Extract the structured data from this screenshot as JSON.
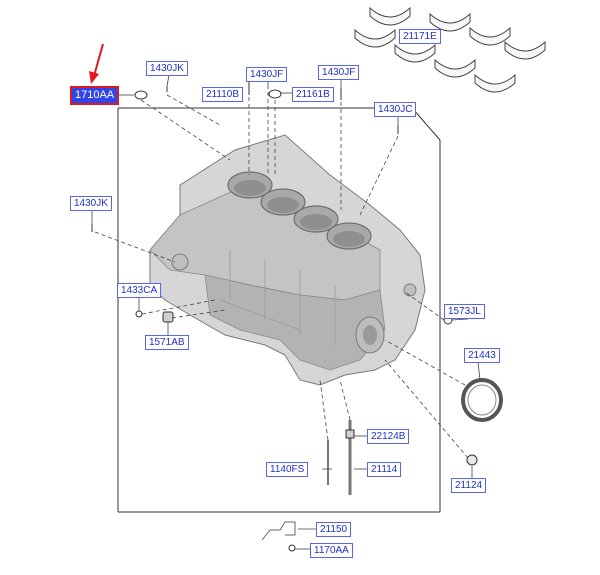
{
  "diagram": {
    "colors": {
      "label_text": "#1e2fd0",
      "label_border": "#5966e6",
      "highlight_fill": "#2f46e8",
      "highlight_border": "#e0191f",
      "arrow": "#e0191f",
      "line": "#333333"
    },
    "parts": [
      {
        "id": "p_1710AA",
        "code": "1710AA",
        "highlighted": true
      },
      {
        "id": "p_1430JK_top",
        "code": "1430JK"
      },
      {
        "id": "p_1430JF",
        "code": "1430JF"
      },
      {
        "id": "p_1430JF_2",
        "code": "1430JF"
      },
      {
        "id": "p_21110B",
        "code": "21110B"
      },
      {
        "id": "p_21161B",
        "code": "21161B"
      },
      {
        "id": "p_21171E",
        "code": "21171E"
      },
      {
        "id": "p_1430JC",
        "code": "1430JC"
      },
      {
        "id": "p_1430JK_left",
        "code": "1430JK"
      },
      {
        "id": "p_1433CA",
        "code": "1433CA"
      },
      {
        "id": "p_1571AB",
        "code": "1571AB"
      },
      {
        "id": "p_1573JL",
        "code": "1573JL"
      },
      {
        "id": "p_21443",
        "code": "21443"
      },
      {
        "id": "p_22124B",
        "code": "22124B"
      },
      {
        "id": "p_1140FS",
        "code": "1140FS"
      },
      {
        "id": "p_21114",
        "code": "21114"
      },
      {
        "id": "p_21124",
        "code": "21124"
      },
      {
        "id": "p_21150",
        "code": "21150"
      },
      {
        "id": "p_1170AA",
        "code": "1170AA"
      }
    ]
  }
}
